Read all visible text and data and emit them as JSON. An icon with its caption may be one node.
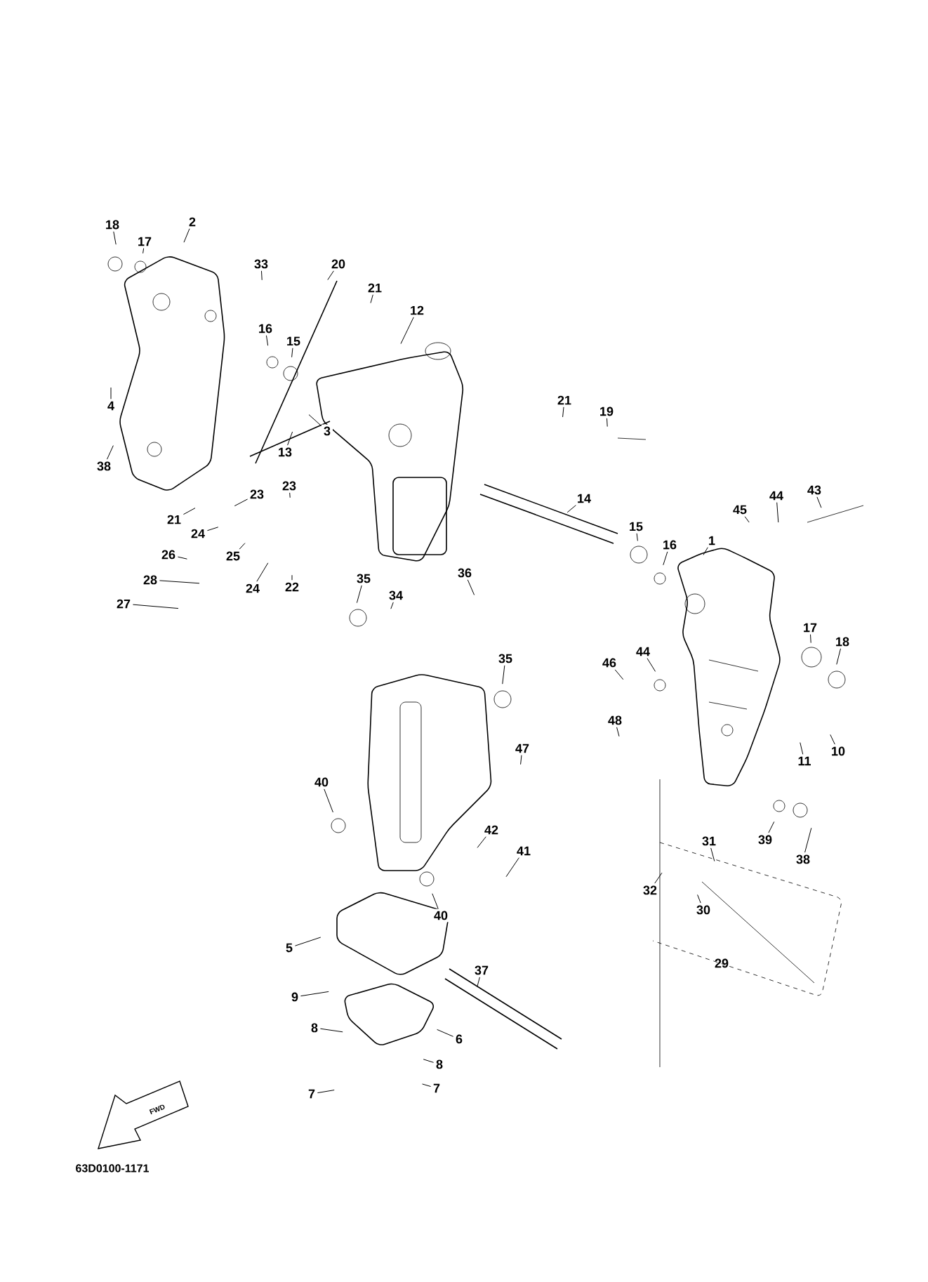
{
  "diagram": {
    "nodes": [
      {
        "text": [
          "18"
        ]
      },
      {
        "text": [
          "17"
        ]
      },
      {
        "text": [
          "2"
        ]
      },
      {
        "text": [
          "33"
        ]
      },
      {
        "text": [
          "20"
        ]
      },
      {
        "text": [
          "21"
        ]
      },
      {
        "text": [
          "12"
        ]
      },
      {
        "text": [
          "16"
        ]
      },
      {
        "text": [
          "15"
        ]
      },
      {
        "text": [
          "4"
        ]
      },
      {
        "text": [
          "38"
        ]
      },
      {
        "text": [
          "13"
        ]
      },
      {
        "text": [
          "3"
        ]
      },
      {
        "text": [
          "21"
        ]
      },
      {
        "text": [
          "19"
        ]
      },
      {
        "text": [
          "14"
        ]
      },
      {
        "text": [
          "21"
        ]
      },
      {
        "text": [
          "23"
        ]
      },
      {
        "text": [
          "23"
        ]
      },
      {
        "text": [
          "24"
        ]
      },
      {
        "text": [
          "25"
        ]
      },
      {
        "text": [
          "26"
        ]
      },
      {
        "text": [
          "24"
        ]
      },
      {
        "text": [
          "22"
        ]
      },
      {
        "text": [
          "28"
        ]
      },
      {
        "text": [
          "27"
        ]
      },
      {
        "text": [
          "35"
        ]
      },
      {
        "text": [
          "34"
        ]
      },
      {
        "text": [
          "36"
        ]
      },
      {
        "text": [
          "15"
        ]
      },
      {
        "text": [
          "16"
        ]
      },
      {
        "text": [
          "45"
        ]
      },
      {
        "text": [
          "44"
        ]
      },
      {
        "text": [
          "43"
        ]
      },
      {
        "text": [
          "1"
        ]
      },
      {
        "text": [
          "17"
        ]
      },
      {
        "text": [
          "18"
        ]
      },
      {
        "text": [
          "46"
        ]
      },
      {
        "text": [
          "44"
        ]
      },
      {
        "text": [
          "35"
        ]
      },
      {
        "text": [
          "48"
        ]
      },
      {
        "text": [
          "47"
        ]
      },
      {
        "text": [
          "11"
        ]
      },
      {
        "text": [
          "10"
        ]
      },
      {
        "text": [
          "40"
        ]
      },
      {
        "text": [
          "42"
        ]
      },
      {
        "text": [
          "41"
        ]
      },
      {
        "text": [
          "40"
        ]
      },
      {
        "text": [
          "39"
        ]
      },
      {
        "text": [
          "38"
        ]
      },
      {
        "text": [
          "31"
        ]
      },
      {
        "text": [
          "32"
        ]
      },
      {
        "text": [
          "30"
        ]
      },
      {
        "text": [
          "5"
        ]
      },
      {
        "text": [
          "9"
        ]
      },
      {
        "text": [
          "8"
        ]
      },
      {
        "text": [
          "6"
        ]
      },
      {
        "text": [
          "37"
        ]
      },
      {
        "text": [
          "8"
        ]
      },
      {
        "text": [
          "7"
        ]
      },
      {
        "text": [
          "7"
        ]
      }
    ],
    "edges": [
      {
        "from": 0,
        "to": null,
        "arrow": "none"
      },
      {
        "from": 1,
        "to": null,
        "arrow": "none"
      },
      {
        "from": 2,
        "to": null,
        "arrow": "none"
      },
      {
        "from": 3,
        "to": null,
        "arrow": "none"
      },
      {
        "from": 4,
        "to": null,
        "arrow": "none"
      },
      {
        "from": 5,
        "to": null,
        "arrow": "none"
      },
      {
        "from": 6,
        "to": null,
        "arrow": "none"
      },
      {
        "from": 7,
        "to": null,
        "arrow": "none"
      },
      {
        "from": 8,
        "to": null,
        "arrow": "none"
      },
      {
        "from": 9,
        "to": null,
        "arrow": "none"
      },
      {
        "from": 10,
        "to": null,
        "arrow": "none"
      },
      {
        "from": 11,
        "to": null,
        "arrow": "none"
      },
      {
        "from": 12,
        "to": null,
        "arrow": "none"
      },
      {
        "from": 13,
        "to": null,
        "arrow": "none"
      },
      {
        "from": 14,
        "to": null,
        "arrow": "none"
      },
      {
        "from": 15,
        "to": null,
        "arrow": "none"
      },
      {
        "from": 16,
        "to": null,
        "arrow": "none"
      },
      {
        "from": 17,
        "to": null,
        "arrow": "none"
      },
      {
        "from": 18,
        "to": null,
        "arrow": "none"
      },
      {
        "from": 19,
        "to": null,
        "arrow": "none"
      },
      {
        "from": 20,
        "to": null,
        "arrow": "none"
      },
      {
        "from": 21,
        "to": null,
        "arrow": "none"
      },
      {
        "from": 22,
        "to": null,
        "arrow": "none"
      },
      {
        "from": 23,
        "to": null,
        "arrow": "none"
      },
      {
        "from": 24,
        "to": null,
        "arrow": "none"
      },
      {
        "from": 25,
        "to": null,
        "arrow": "none"
      },
      {
        "from": 26,
        "to": null,
        "arrow": "none"
      },
      {
        "from": 27,
        "to": null,
        "arrow": "none"
      },
      {
        "from": 28,
        "to": null,
        "arrow": "none"
      },
      {
        "from": 29,
        "to": null,
        "arrow": "none"
      },
      {
        "from": 30,
        "to": null,
        "arrow": "none"
      },
      {
        "from": 31,
        "to": null,
        "arrow": "none"
      },
      {
        "from": 32,
        "to": null,
        "arrow": "none"
      },
      {
        "from": 33,
        "to": null,
        "arrow": "none"
      },
      {
        "from": 34,
        "to": null,
        "arrow": "none"
      },
      {
        "from": 35,
        "to": null,
        "arrow": "none"
      },
      {
        "from": 36,
        "to": null,
        "arrow": "none"
      },
      {
        "from": 37,
        "to": null,
        "arrow": "none"
      },
      {
        "from": 38,
        "to": null,
        "arrow": "none"
      },
      {
        "from": 39,
        "to": null,
        "arrow": "none"
      },
      {
        "from": 40,
        "to": null,
        "arrow": "none"
      },
      {
        "from": 41,
        "to": null,
        "arrow": "none"
      },
      {
        "from": 42,
        "to": null,
        "arrow": "none"
      },
      {
        "from": 43,
        "to": null,
        "arrow": "none"
      },
      {
        "from": 44,
        "to": null,
        "arrow": "none"
      },
      {
        "from": 45,
        "to": null,
        "arrow": "none"
      },
      {
        "from": 46,
        "to": null,
        "arrow": "none"
      },
      {
        "from": 47,
        "to": null,
        "arrow": "none"
      },
      {
        "from": 48,
        "to": null,
        "arrow": "none"
      },
      {
        "from": 49,
        "to": null,
        "arrow": "none"
      },
      {
        "from": 50,
        "to": null,
        "arrow": "none"
      },
      {
        "from": 51,
        "to": null,
        "arrow": "none"
      },
      {
        "from": 52,
        "to": null,
        "arrow": "none"
      },
      {
        "from": 53,
        "to": null,
        "arrow": "none"
      },
      {
        "from": 54,
        "to": null,
        "arrow": "none"
      },
      {
        "from": 55,
        "to": null,
        "arrow": "none"
      },
      {
        "from": 56,
        "to": null,
        "arrow": "none"
      },
      {
        "from": 57,
        "to": null,
        "arrow": "none"
      },
      {
        "from": 58,
        "to": null,
        "arrow": "none"
      },
      {
        "from": 59,
        "to": null,
        "arrow": "none"
      },
      {
        "from": 60,
        "to": null,
        "arrow": "none"
      }
    ],
    "labels": [
      "29",
      "FWD",
      "63D0100-1171"
    ]
  }
}
